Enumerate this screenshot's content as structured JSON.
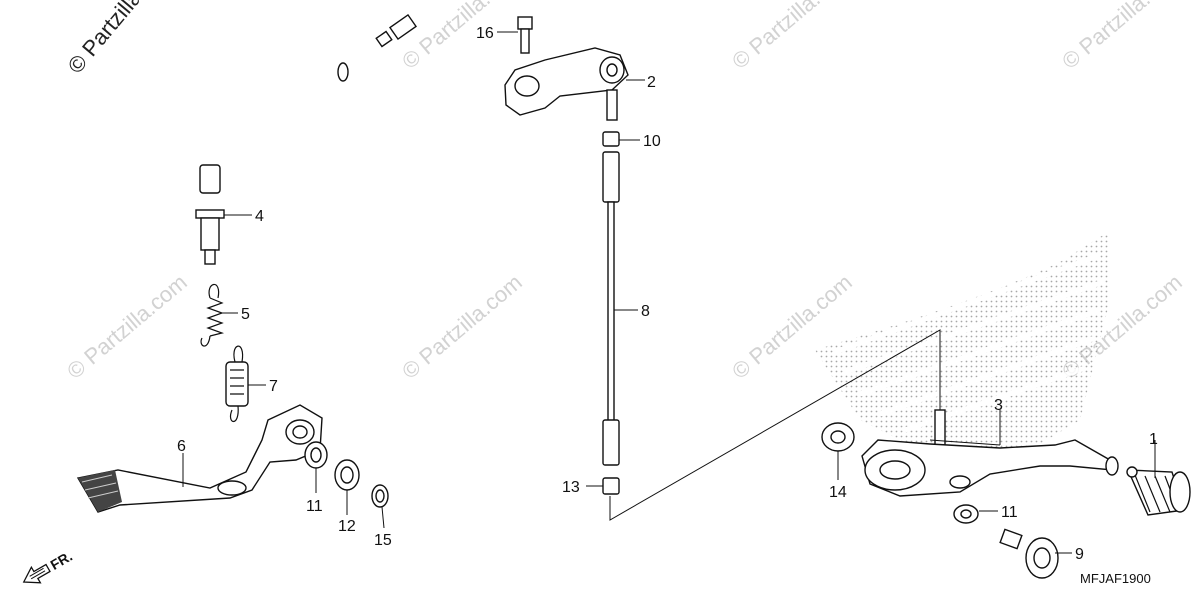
{
  "copyright": "© Partzilla",
  "watermark_text": "© Partzilla.com",
  "diagram_code": "MFJAF1900",
  "direction_label": "FR.",
  "callouts": [
    "1",
    "2",
    "3",
    "4",
    "5",
    "6",
    "7",
    "8",
    "9",
    "10",
    "11",
    "11",
    "12",
    "13",
    "14",
    "15",
    "16"
  ],
  "colors": {
    "line": "#111111",
    "watermark": "#d2d2d2",
    "stipple": "#9a9a9a"
  }
}
